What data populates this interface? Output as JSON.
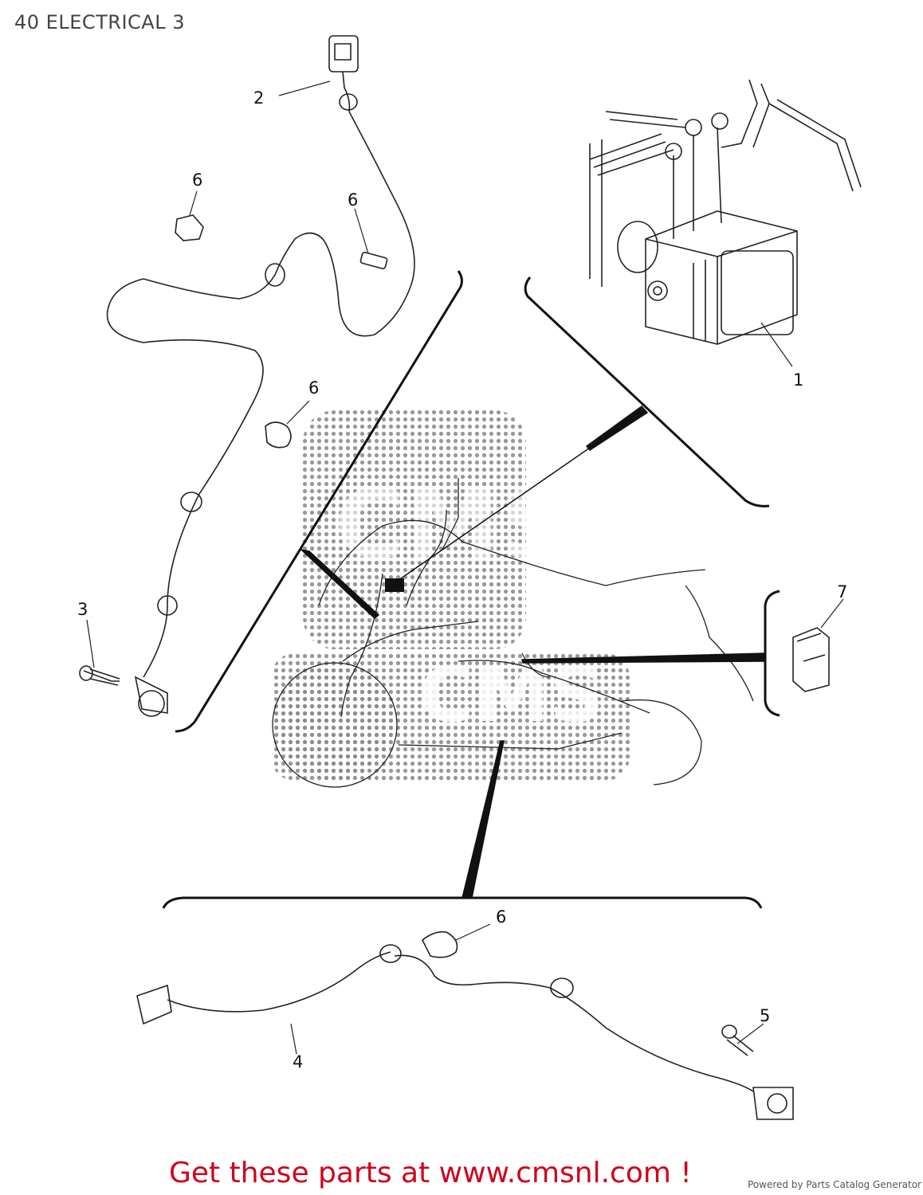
{
  "title": "40 ELECTRICAL 3",
  "callouts": {
    "c1": "1",
    "c2": "2",
    "c3": "3",
    "c4": "4",
    "c5": "5",
    "c6a": "6",
    "c6b": "6",
    "c6c": "6",
    "c6d": "6",
    "c7": "7"
  },
  "footer": {
    "promo": "Get these parts at www.cmsnl.com !",
    "powered_by": "Powered by Parts Catalog Generator"
  },
  "colors": {
    "promo": "#d0021b",
    "line": "#111111",
    "watermark": "#9a9a9a"
  }
}
